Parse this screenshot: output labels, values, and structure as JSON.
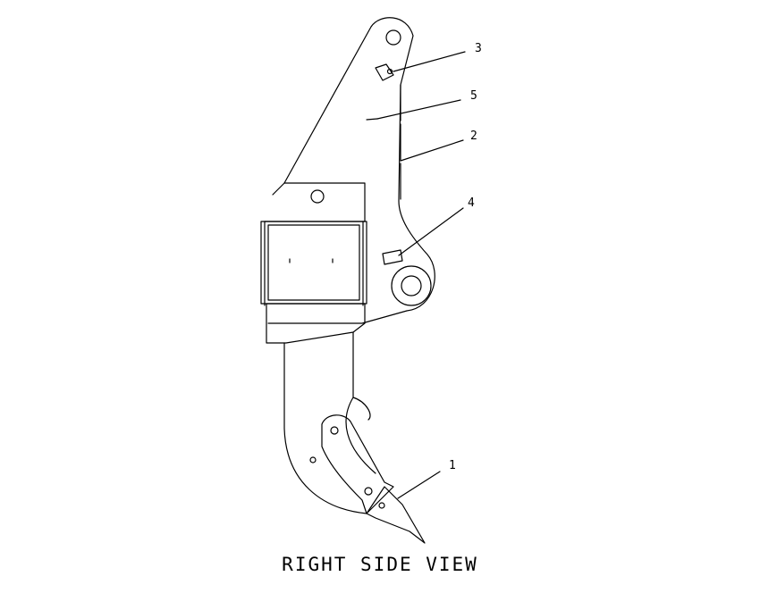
{
  "view_title": "RIGHT SIDE VIEW",
  "callouts": [
    {
      "id": "callout-3",
      "label": "3"
    },
    {
      "id": "callout-5",
      "label": "5"
    },
    {
      "id": "callout-2",
      "label": "2"
    },
    {
      "id": "callout-4",
      "label": "4"
    },
    {
      "id": "callout-1",
      "label": "1"
    }
  ],
  "line_color": "#000000",
  "background": "#ffffff"
}
